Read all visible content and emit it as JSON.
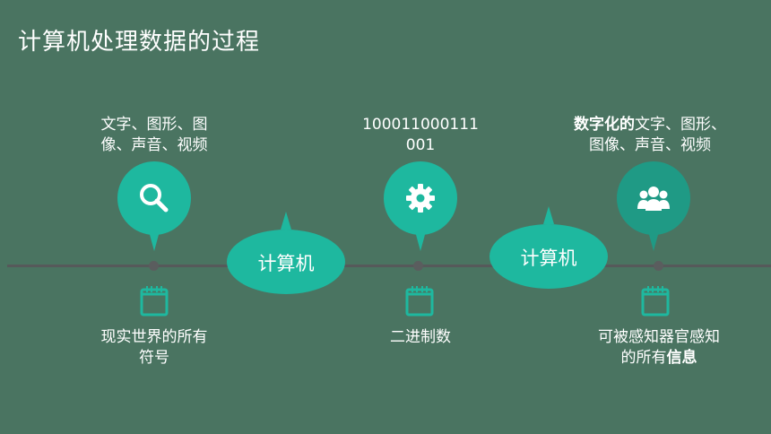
{
  "title": "计算机处理数据的过程",
  "stages": [
    {
      "top_lines": [
        "文字、图形、图",
        "像、声音、视频"
      ],
      "icon": "search-icon",
      "bottom_lines": [
        "现实世界的所有",
        "符号"
      ]
    },
    {
      "top_lines": [
        "100011000111",
        "001"
      ],
      "icon": "gear-icon",
      "bottom_lines": [
        "二进制数"
      ]
    },
    {
      "top_bold": "数字化的",
      "top_rest": "文字、图形、",
      "top_line2": "图像、声音、视频",
      "icon": "users-icon",
      "bottom_line1": "可被感知器官感知",
      "bottom_line2_prefix": "的所有",
      "bottom_line2_bold": "信息"
    }
  ],
  "processors": [
    {
      "label": "计算机"
    },
    {
      "label": "计算机"
    }
  ],
  "colors": {
    "background": "#4a7461",
    "accent": "#1eb89f",
    "accent_dark": "#1f9a85",
    "timeline": "#56595a"
  }
}
